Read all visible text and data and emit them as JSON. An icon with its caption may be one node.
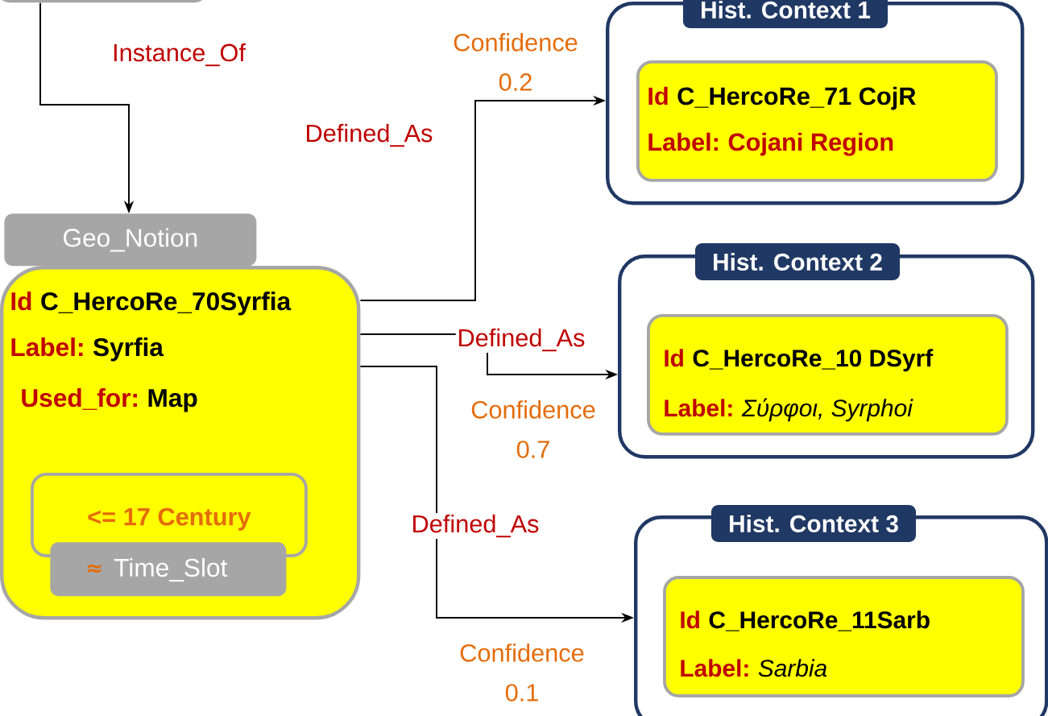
{
  "diagram": {
    "nodes": [
      {
        "text": [],
        "shape": "box"
      },
      {
        "text": [
          "Geo_Notion"
        ]
      },
      {
        "text": [
          "Id",
          "C_HercoRe_70Syrfia",
          "Label:",
          "Syrfia",
          "Used_for:",
          "Map"
        ]
      },
      {
        "text": [
          "<= 17 Century"
        ],
        "in": 2
      },
      {
        "text": [
          "≈",
          "Time_Slot"
        ],
        "in": 2
      },
      {
        "text": [
          "Hist. Context 1"
        ]
      },
      {
        "text": [
          "Id",
          "C_HercoRe_71 CojR",
          "Label:",
          "Cojani Region"
        ],
        "in": 5
      },
      {
        "text": [
          "Hist. Context 2"
        ]
      },
      {
        "text": [
          "Id",
          "C_HercoRe_10 DSyrf",
          "Label:",
          "Σύρφοι, Syrphoi"
        ],
        "in": 7
      },
      {
        "text": [
          "Hist. Context 3"
        ]
      },
      {
        "text": [
          "Id",
          "C_HercoRe_11Sarb",
          "Label:",
          "Sarbia"
        ],
        "in": 9
      }
    ],
    "edges": [
      {
        "from": 0,
        "to": 1,
        "arrow": "to",
        "label": "Instance_Of"
      },
      {
        "from": 2,
        "to": 5,
        "arrow": "to",
        "label": "Defined_As"
      },
      {
        "from": 2,
        "to": 7,
        "arrow": "to",
        "label": "Defined_As"
      },
      {
        "from": 2,
        "to": 9,
        "arrow": "to",
        "label": "Defined_As"
      }
    ],
    "labels": [
      "Confidence 0.2",
      "Confidence 0.7",
      "Confidence 0.1"
    ]
  }
}
